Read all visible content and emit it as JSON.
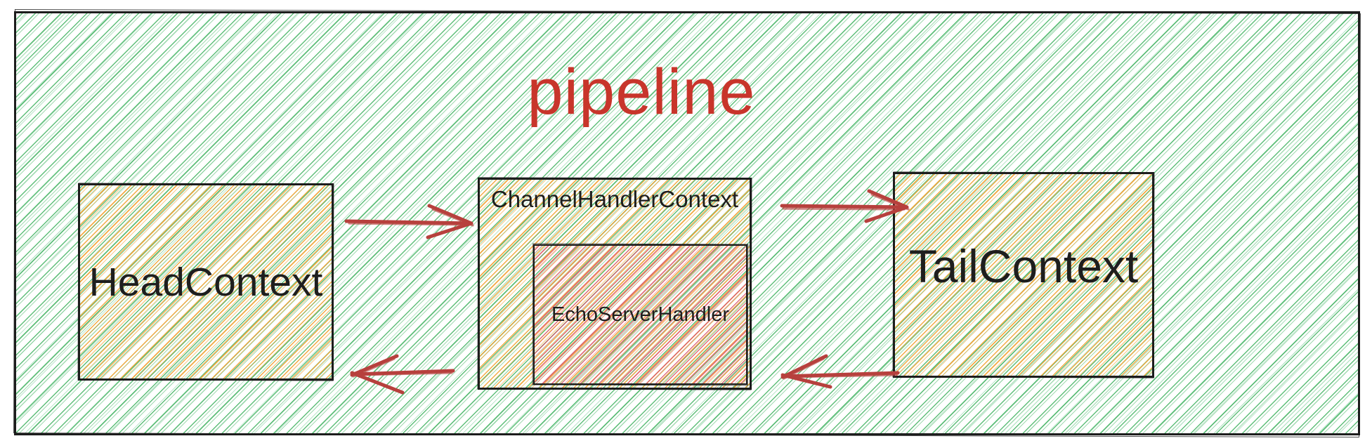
{
  "diagram": {
    "title": "pipeline",
    "head_context": {
      "label": "HeadContext"
    },
    "channel_handler_context": {
      "label": "ChannelHandlerContext"
    },
    "echo_server_handler": {
      "label": "EchoServerHandler"
    },
    "tail_context": {
      "label": "TailContext"
    },
    "arrows": {
      "forward_head_to_channel": "forward arrow HeadContext to ChannelHandlerContext",
      "forward_channel_to_tail": "forward arrow ChannelHandlerContext to TailContext",
      "backward_channel_to_head": "backward arrow ChannelHandlerContext to HeadContext",
      "backward_tail_to_channel": "backward arrow TailContext to ChannelHandlerContext"
    },
    "colors": {
      "background_hatch_green": "#57bb72",
      "box_hatch_orange": "#f2a63b",
      "handler_hatch_pink": "#e05f71",
      "arrow_red": "#b7403d",
      "title_red": "#c8352b",
      "border_black": "#1d1d1d"
    }
  }
}
